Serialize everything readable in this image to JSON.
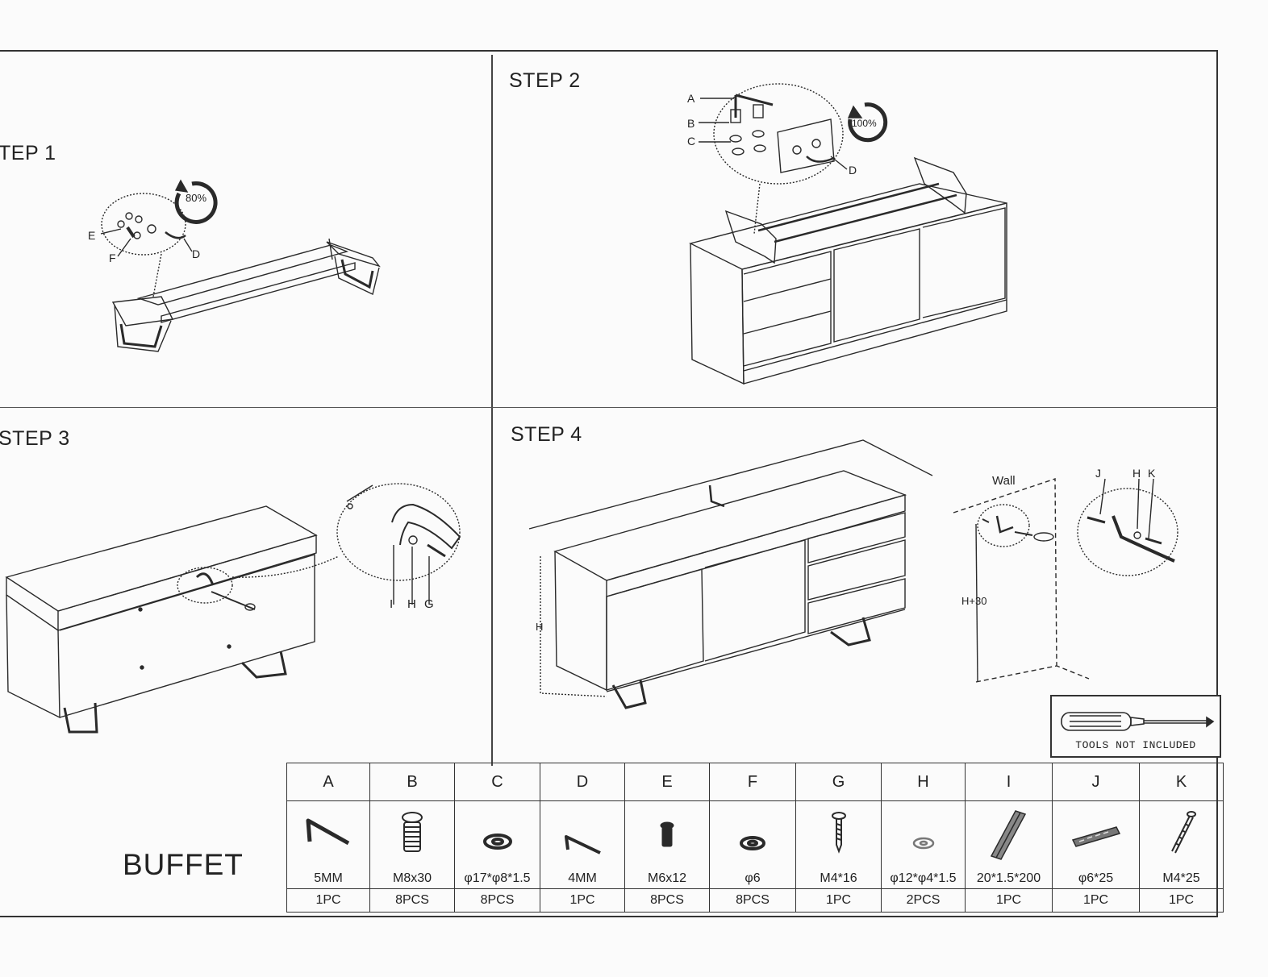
{
  "steps": [
    {
      "title": "TEP 1",
      "labels": {
        "e": "E",
        "f": "F",
        "d": "D",
        "pct": "80%"
      }
    },
    {
      "title": "STEP 2",
      "labels": {
        "a": "A",
        "b": "B",
        "c": "C",
        "d": "D",
        "pct": "100%"
      }
    },
    {
      "title": "STEP 3",
      "labels": {
        "i": "I",
        "h": "H",
        "g": "G"
      }
    },
    {
      "title": "STEP 4",
      "labels": {
        "wall": "Wall",
        "h": "H",
        "h30": "H+30",
        "j": "J",
        "hh": "H",
        "k": "K"
      }
    }
  ],
  "tools_note": "TOOLS NOT INCLUDED",
  "product_name": "BUFFET",
  "parts": [
    {
      "letter": "A",
      "spec": "5MM",
      "qty": "1PC",
      "icon": "allen-key-icon"
    },
    {
      "letter": "B",
      "spec": "M8x30",
      "qty": "8PCS",
      "icon": "bolt-icon"
    },
    {
      "letter": "C",
      "spec": "φ17*φ8*1.5",
      "qty": "8PCS",
      "icon": "washer-icon"
    },
    {
      "letter": "D",
      "spec": "4MM",
      "qty": "1PC",
      "icon": "allen-key-icon"
    },
    {
      "letter": "E",
      "spec": "M6x12",
      "qty": "8PCS",
      "icon": "bolt-icon"
    },
    {
      "letter": "F",
      "spec": "φ6",
      "qty": "8PCS",
      "icon": "washer-icon"
    },
    {
      "letter": "G",
      "spec": "M4*16",
      "qty": "1PC",
      "icon": "screw-icon"
    },
    {
      "letter": "H",
      "spec": "φ12*φ4*1.5",
      "qty": "2PCS",
      "icon": "washer-icon"
    },
    {
      "letter": "I",
      "spec": "20*1.5*200",
      "qty": "1PC",
      "icon": "strap-icon"
    },
    {
      "letter": "J",
      "spec": "φ6*25",
      "qty": "1PC",
      "icon": "wall-plug-icon"
    },
    {
      "letter": "K",
      "spec": "M4*25",
      "qty": "1PC",
      "icon": "screw-icon"
    }
  ]
}
